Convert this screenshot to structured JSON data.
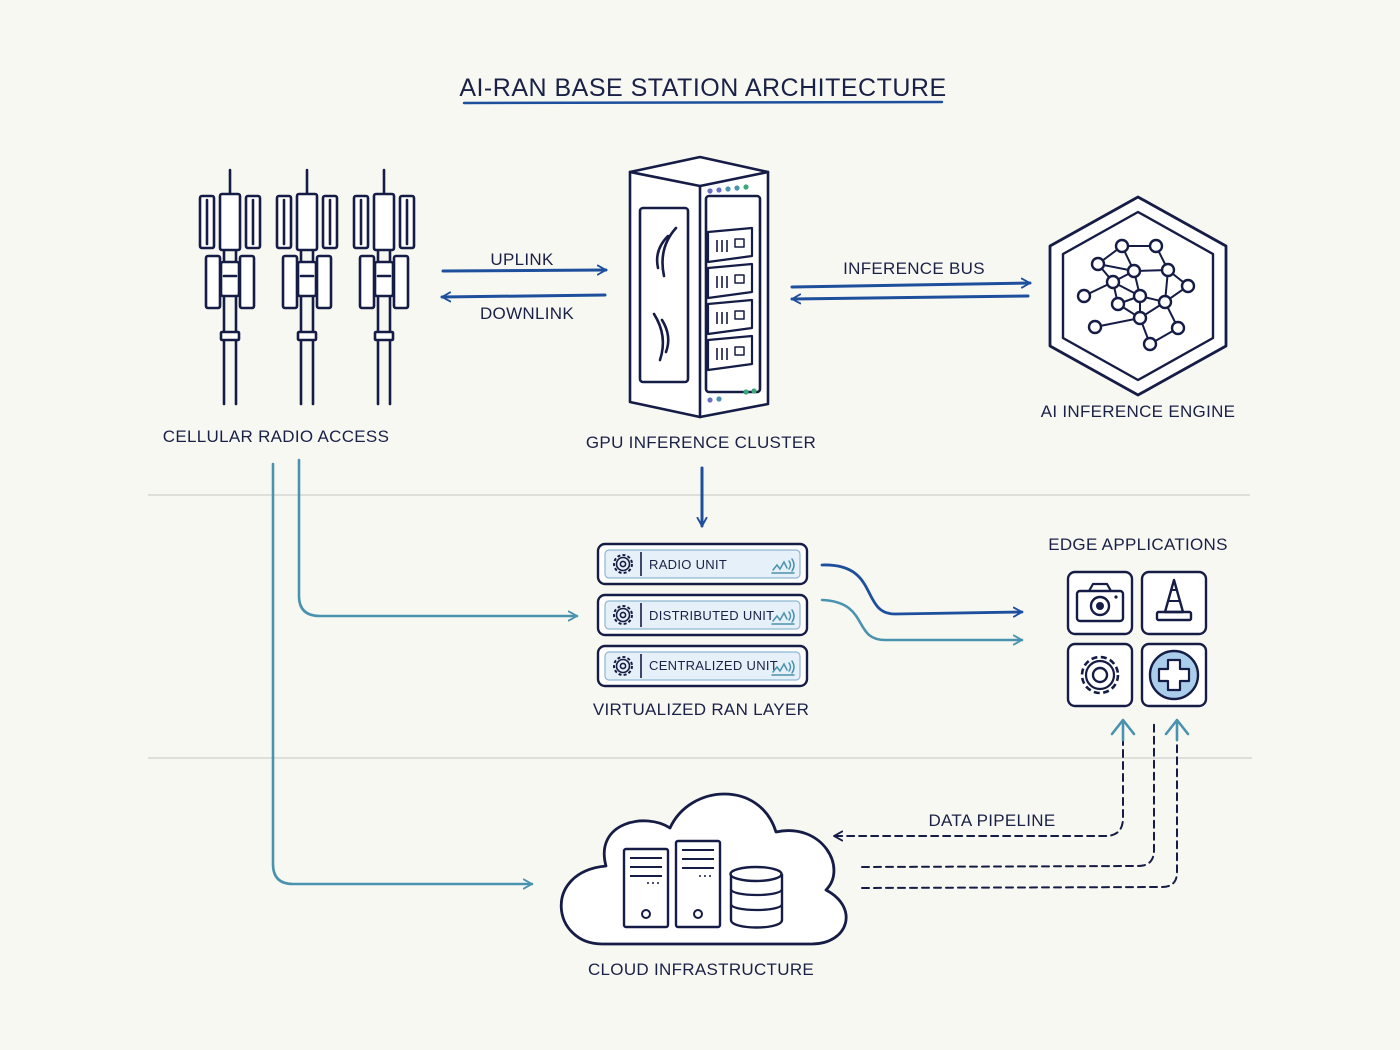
{
  "title": "AI-RAN BASE STATION ARCHITECTURE",
  "nodes": {
    "radio_access": "CELLULAR RADIO ACCESS",
    "gpu_cluster": "GPU INFERENCE CLUSTER",
    "ai_engine": "AI INFERENCE ENGINE",
    "vran_layer": "VIRTUALIZED RAN LAYER",
    "edge_apps": "EDGE APPLICATIONS",
    "cloud": "CLOUD INFRASTRUCTURE"
  },
  "links": {
    "uplink": "UPLINK",
    "downlink": "DOWNLINK",
    "inference_bus": "INFERENCE BUS",
    "data_pipeline": "DATA PIPELINE"
  },
  "vran_units": [
    "RADIO UNIT",
    "DISTRIBUTED UNIT",
    "CENTRALIZED UNIT"
  ],
  "edge_icons": [
    "camera-icon",
    "traffic-cone-icon",
    "gear-icon",
    "medical-cross-icon"
  ],
  "colors": {
    "ink": "#151c45",
    "dark_blue": "#1e4f9c",
    "teal": "#4a93ae",
    "unit_fill": "#e6f0f8",
    "medical_fill": "#a9cdea",
    "divider": "#d6d6d2",
    "background": "#f8f8f3"
  }
}
